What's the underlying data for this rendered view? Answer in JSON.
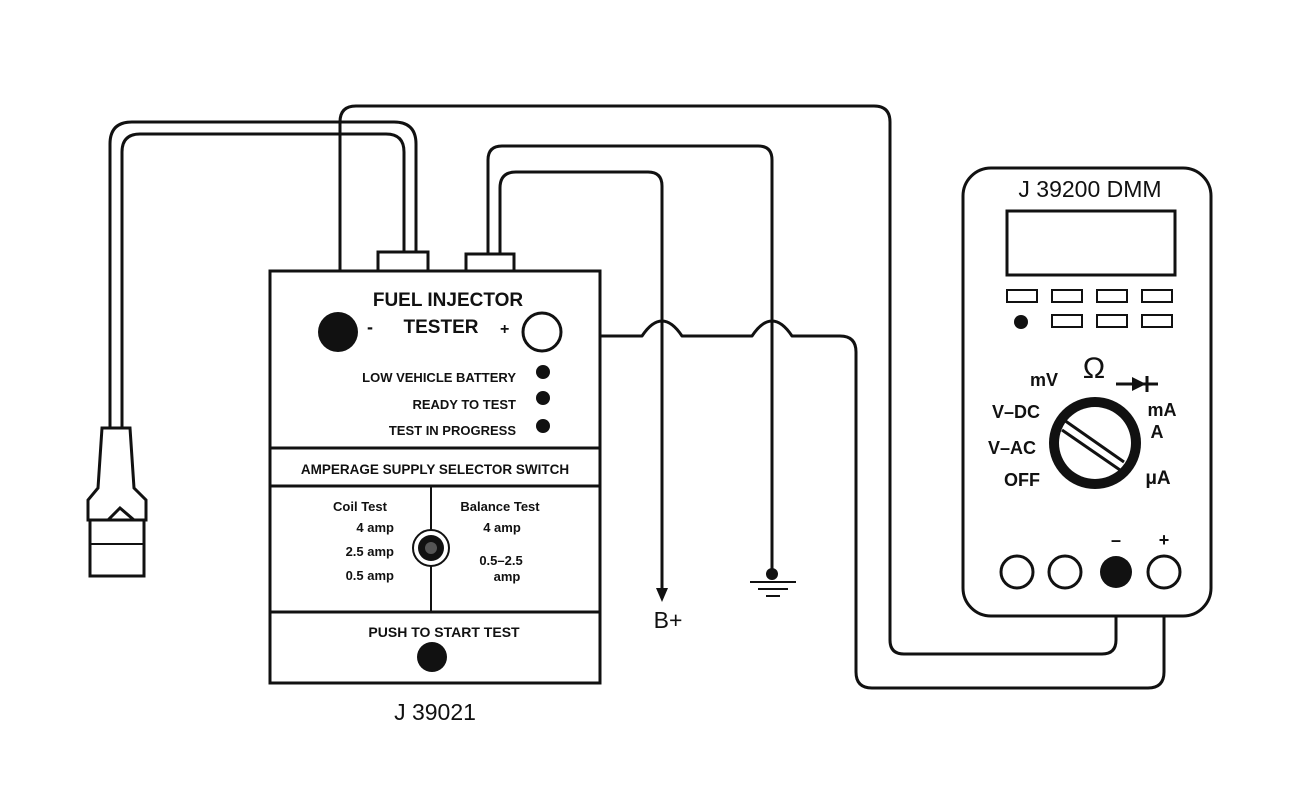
{
  "tester": {
    "title_line1": "FUEL INJECTOR",
    "title_line2": "TESTER",
    "minus": "-",
    "plus": "+",
    "indicators": [
      "LOW VEHICLE BATTERY",
      "READY TO TEST",
      "TEST IN PROGRESS"
    ],
    "selector_header": "AMPERAGE SUPPLY SELECTOR SWITCH",
    "coil_test": {
      "title": "Coil Test",
      "options": [
        "4 amp",
        "2.5 amp",
        "0.5 amp"
      ]
    },
    "balance_test": {
      "title": "Balance Test",
      "options": [
        "4 amp",
        "0.5–2.5",
        "amp"
      ]
    },
    "push_label": "PUSH TO START TEST",
    "part_number": "J 39021"
  },
  "battery_label": "B+",
  "dmm": {
    "title": "J 39200 DMM",
    "dial": {
      "mv": "mV",
      "ohm": "Ω",
      "vdc": "V–DC",
      "ma": "mA",
      "a": "A",
      "vac": "V–AC",
      "off": "OFF",
      "ua": "μA"
    },
    "minus": "–",
    "plus": "+"
  }
}
